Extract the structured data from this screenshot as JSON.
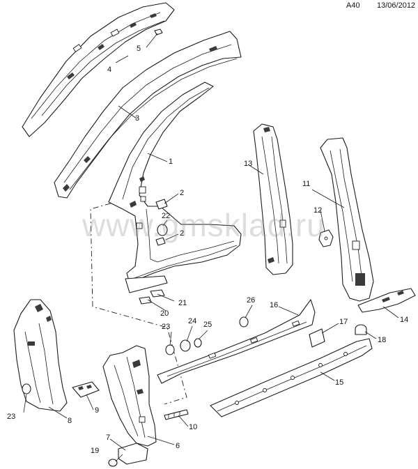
{
  "header": {
    "page_code": "A40",
    "date": "13/06/2012"
  },
  "watermark": "www.gmsklad.ru",
  "callouts": [
    "1",
    "2",
    "2",
    "3",
    "4",
    "5",
    "6",
    "7",
    "8",
    "9",
    "10",
    "11",
    "12",
    "13",
    "14",
    "15",
    "16",
    "17",
    "18",
    "19",
    "20",
    "21",
    "22",
    "23",
    "23",
    "24",
    "25",
    "26"
  ]
}
